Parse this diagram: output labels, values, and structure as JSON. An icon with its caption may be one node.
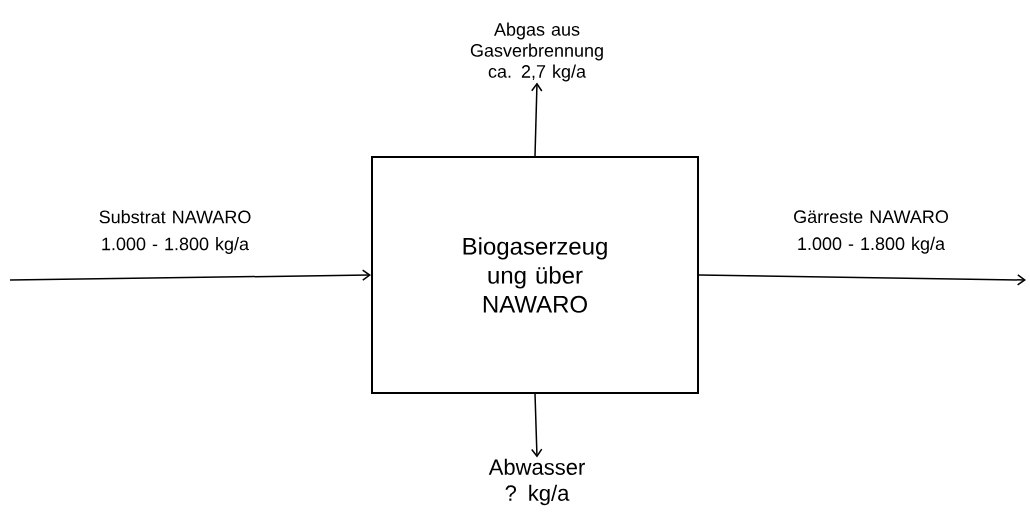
{
  "diagram": {
    "nodes": [
      {
        "text": [
          "Biogaserzeug ung über NAWARO"
        ]
      },
      {
        "text": [
          "Abgas aus Gasverbrennung ca. 2,7 kg/a"
        ]
      },
      {
        "text": [
          "Abwasser ? kg/a"
        ]
      }
    ],
    "edges": [
      {
        "from": null,
        "to": 0,
        "arrow": "to",
        "label": "Substrat NAWARO 1.000 - 1.800 kg/a"
      },
      {
        "from": 0,
        "to": 1,
        "arrow": "to"
      },
      {
        "from": 0,
        "to": 2,
        "arrow": "to"
      },
      {
        "from": 0,
        "to": null,
        "arrow": "to",
        "label": "Gärreste NAWARO 1.000 - 1.800 kg/a"
      }
    ]
  }
}
